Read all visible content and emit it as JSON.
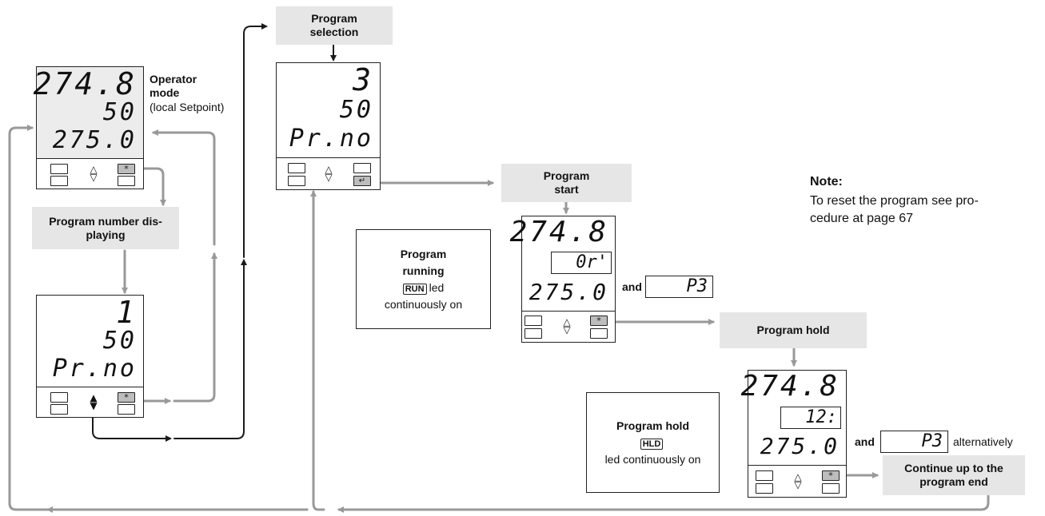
{
  "labels": {
    "program_selection": [
      "Program",
      "selection"
    ],
    "program_start": [
      "Program",
      "start"
    ],
    "program_number_displaying": [
      "Program number dis-",
      "playing"
    ],
    "program_hold": [
      "Program hold"
    ],
    "continue_to_end": [
      "Continue up to the",
      "program end"
    ]
  },
  "operator_mode": {
    "title_1": "Operator",
    "title_2": "mode",
    "subtitle": "(local Setpoint)"
  },
  "note": {
    "title": "Note:",
    "line_1": "To reset the program see pro-",
    "line_2": "cedure at page 67"
  },
  "info_running": {
    "line_1": "Program",
    "line_2": "running",
    "tag": "RUN",
    "after_tag": "led",
    "line_4": "continuously on"
  },
  "info_hold": {
    "line_1": "Program hold",
    "tag": "HLD",
    "line_3": "led continuously on"
  },
  "displays": {
    "operator": {
      "top": "274.8",
      "mid": "50",
      "bottom": "275.0"
    },
    "prnum": {
      "top": "1",
      "mid": "50",
      "bottom": "Pr.no"
    },
    "select": {
      "top": "3",
      "mid": "50",
      "bottom": "Pr.no"
    },
    "start": {
      "top": "274.8",
      "mid": "0r'",
      "bottom": "275.0",
      "alt": "P3",
      "and": "and"
    },
    "hold": {
      "top": "274.8",
      "mid": "12:",
      "bottom": "275.0",
      "alt": "P3",
      "and": "and",
      "suffix": "alternatively"
    }
  },
  "keys": {
    "star": "*",
    "enter": "↵",
    "updown": "⇕"
  },
  "colors": {
    "flow_gray": "#999999",
    "flow_dark": "#1a1a1a",
    "label_fill": "#e6e6e6",
    "screen_fill": "#ececec"
  }
}
